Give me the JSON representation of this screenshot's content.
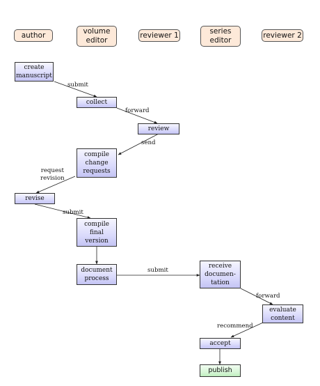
{
  "lanes": {
    "author": "author",
    "volume_editor": "volume\neditor",
    "reviewer_1": "reviewer 1",
    "series_editor": "series\neditor",
    "reviewer_2": "reviewer 2"
  },
  "nodes": {
    "create_manuscript": "create\nmanuscript",
    "collect": "collect",
    "review": "review",
    "compile_change_requests": "compile\nchange\nrequests",
    "revise": "revise",
    "compile_final_version": "compile\nfinal\nversion",
    "document_process": "document\nprocess",
    "receive_documentation": "receive\ndocumen-\ntation",
    "evaluate_content": "evaluate\ncontent",
    "accept": "accept",
    "publish": "publish"
  },
  "edge_labels": {
    "submit_1": "submit",
    "forward_1": "forward",
    "send": "send",
    "request_revision": "request\nrevision",
    "submit_2": "submit",
    "submit_3": "submit",
    "forward_2": "forward",
    "recommend": "recommend"
  },
  "colors": {
    "lane_fill": "#fde9d9",
    "task_fill": "#d8d8fb",
    "final_fill": "#d3f5d3",
    "edge": "#222222"
  }
}
